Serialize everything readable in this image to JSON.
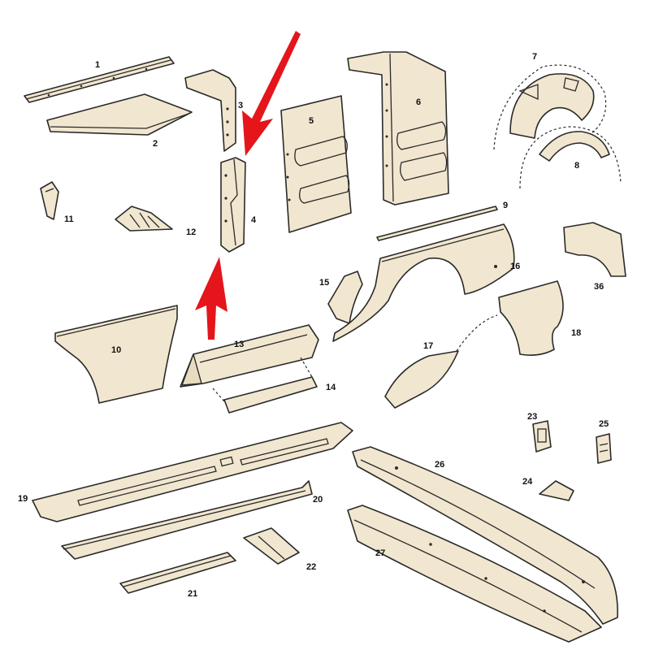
{
  "colors": {
    "part_fill": "#f1e6cf",
    "outline": "#2a2a2a",
    "arrow": "#e4151b"
  },
  "labels": {
    "p1": "1",
    "p2": "2",
    "p3": "3",
    "p4": "4",
    "p5": "5",
    "p6": "6",
    "p7": "7",
    "p8": "8",
    "p9": "9",
    "p10": "10",
    "p11": "11",
    "p12": "12",
    "p13": "13",
    "p14": "14",
    "p15": "15",
    "p16": "16",
    "p17": "17",
    "p18": "18",
    "p19": "19",
    "p20": "20",
    "p21": "21",
    "p22": "22",
    "p23": "23",
    "p24": "24",
    "p25": "25",
    "p26": "26",
    "p27": "27",
    "p36": "36"
  },
  "arrows": [
    {
      "points_to": "part-4",
      "direction": "from-top-right"
    },
    {
      "points_to": "part-4",
      "direction": "from-bottom"
    }
  ]
}
